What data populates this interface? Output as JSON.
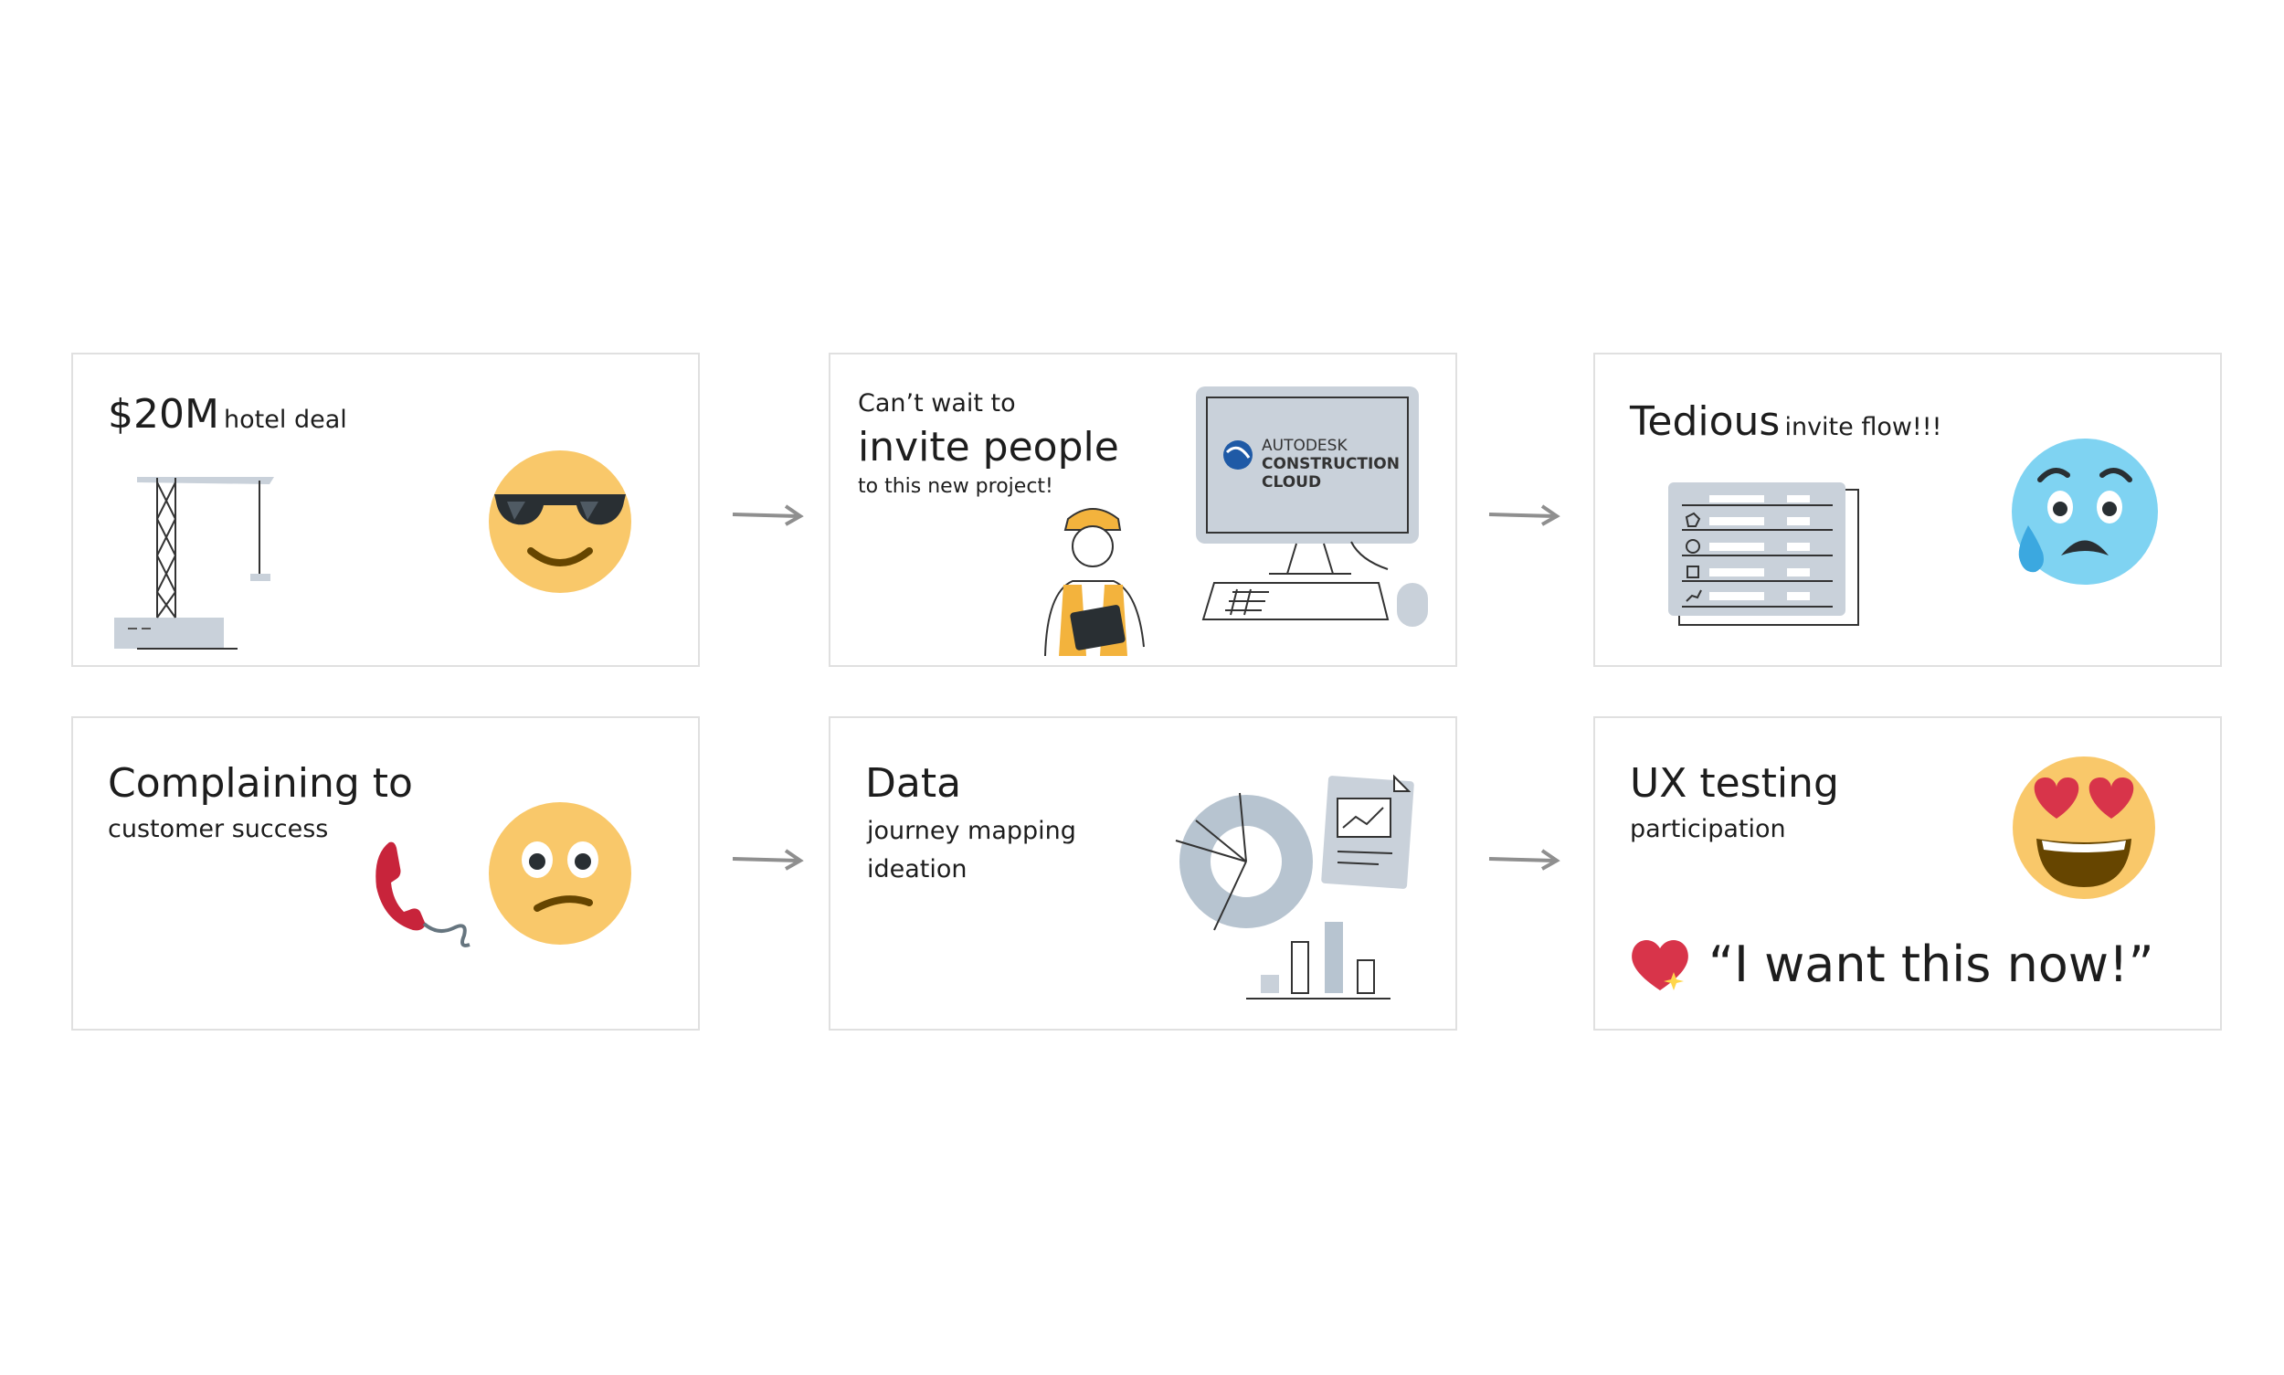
{
  "cards": {
    "hotel": {
      "amount": "$20M",
      "label": "hotel deal"
    },
    "invite": {
      "line1": "Can’t wait to",
      "line2": "invite people",
      "line3": "to this new project!",
      "monitor_brand_1": "AUTODESK",
      "monitor_brand_2": "CONSTRUCTION",
      "monitor_brand_3": "CLOUD"
    },
    "tedious": {
      "title": "Tedious",
      "subtitle": "invite flow!!!"
    },
    "complaining": {
      "title": "Complaining to",
      "subtitle": "customer success"
    },
    "data": {
      "title": "Data",
      "line1": "journey mapping",
      "line2": "ideation"
    },
    "ux": {
      "title": "UX testing",
      "subtitle": "participation",
      "quote": "“I want this now!”"
    }
  },
  "icons": {
    "hotel": [
      "crane-icon",
      "sunglasses-emoji-icon"
    ],
    "invite": [
      "construction-worker-icon",
      "computer-monitor-icon"
    ],
    "tedious": [
      "form-list-icon",
      "anxious-sweat-emoji-icon"
    ],
    "complaining": [
      "telephone-receiver-icon",
      "confused-emoji-icon"
    ],
    "data": [
      "donut-chart-icon",
      "report-document-icon",
      "bar-chart-icon"
    ],
    "ux": [
      "heart-eyes-emoji-icon",
      "sparkling-heart-icon"
    ]
  },
  "colors": {
    "emoji_yellow": "#F9C86A",
    "emoji_blue": "#7FD3F2",
    "arrow_gray": "#8f8f8f",
    "illustration_gray": "#c9d1da",
    "phone_red": "#C8243B",
    "heart_red": "#D8344A"
  }
}
